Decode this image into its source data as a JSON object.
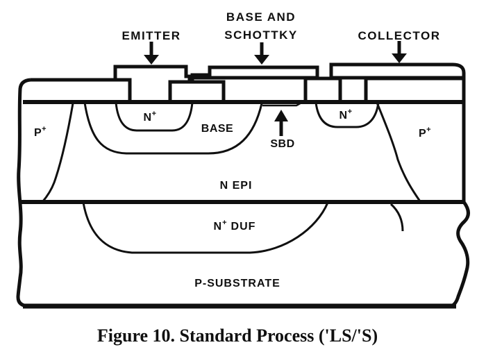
{
  "colors": {
    "ink": "#101010",
    "paper": "#ffffff"
  },
  "electrode_labels": {
    "emitter": "EMITTER",
    "base_schottky_line1": "BASE AND",
    "base_schottky_line2": "SCHOTTKY",
    "collector": "COLLECTOR"
  },
  "region_labels": {
    "p_plus_left": {
      "base": "P",
      "sup": "+"
    },
    "n_plus_emitter": {
      "base": "N",
      "sup": "+"
    },
    "base_region": "BASE",
    "sbd": "SBD",
    "n_plus_collector": {
      "base": "N",
      "sup": "+"
    },
    "p_plus_right": {
      "base": "P",
      "sup": "+"
    },
    "n_epi": "N EPI",
    "n_duf": {
      "base": "N",
      "sup": "+",
      "rest": "DUF"
    },
    "p_substrate": "P-SUBSTRATE"
  },
  "caption": "Figure 10. Standard Process ('LS/'S)"
}
